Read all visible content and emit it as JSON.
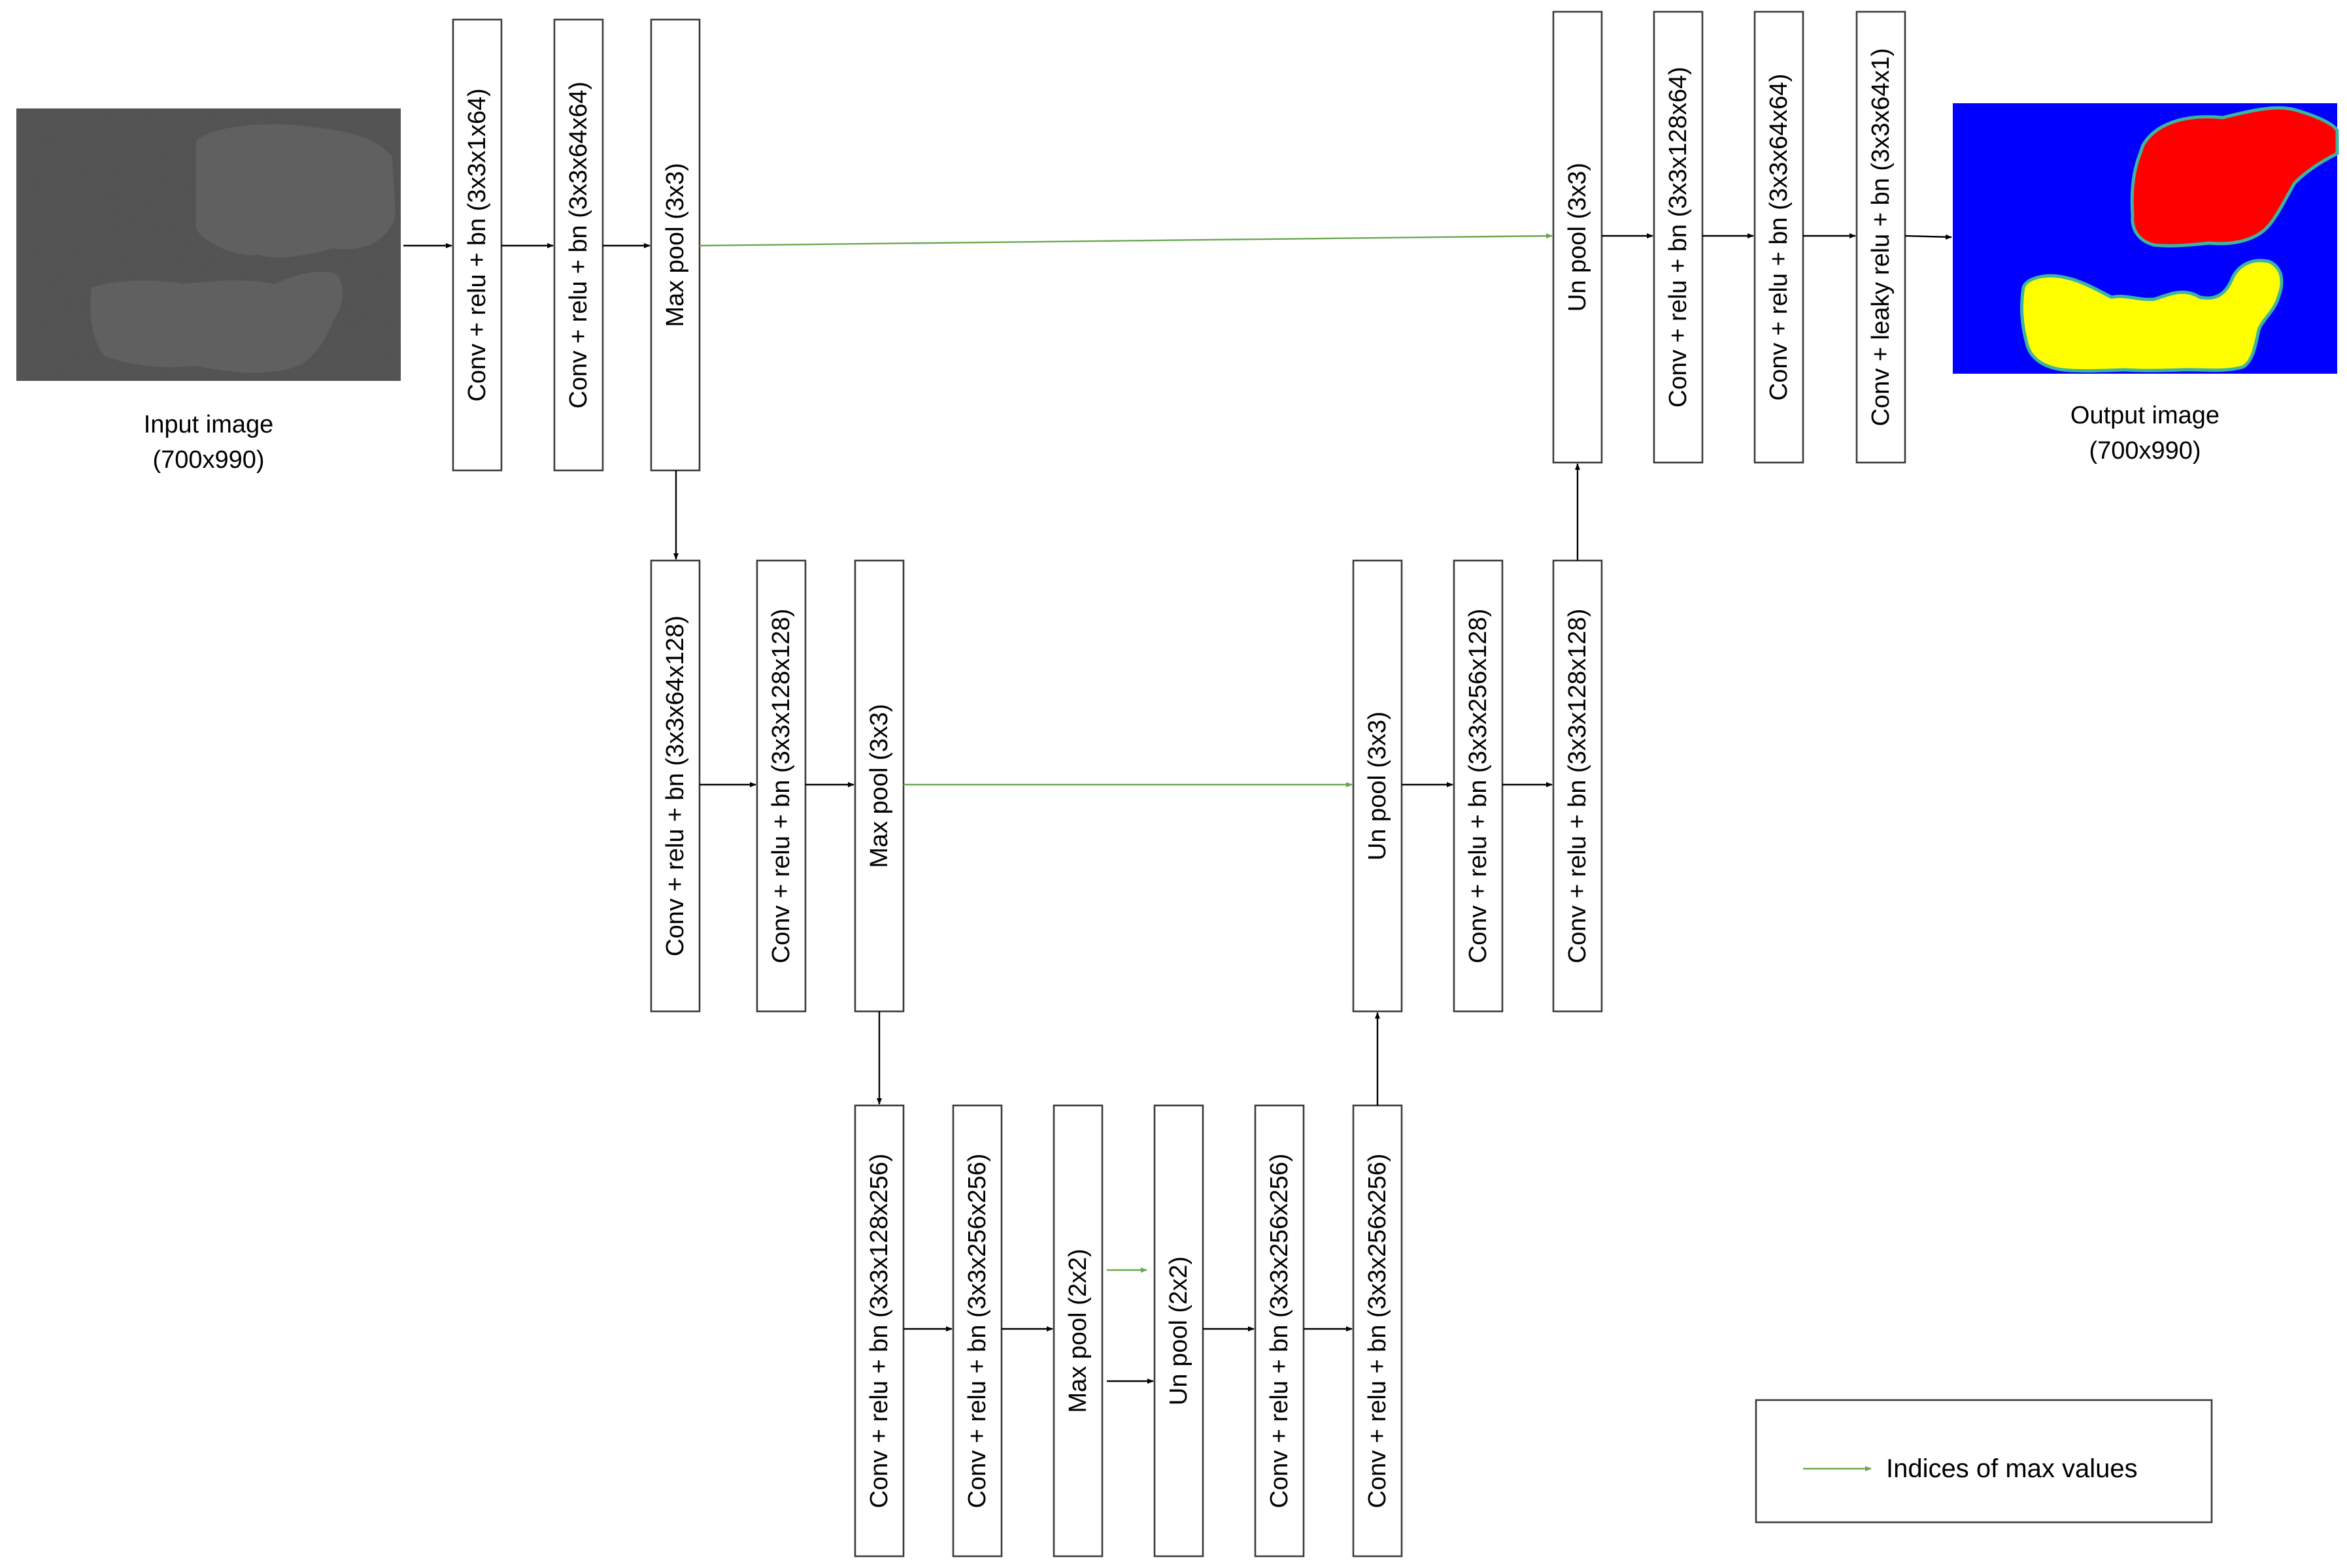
{
  "input": {
    "label": "Input image",
    "size": "(700x990)"
  },
  "output": {
    "label": "Output image",
    "size": "(700x990)"
  },
  "encoder": {
    "level1": [
      "Conv + relu + bn (3x3x1x64)",
      "Conv + relu + bn (3x3x64x64)",
      "Max pool (3x3)"
    ],
    "level2": [
      "Conv + relu + bn (3x3x64x128)",
      "Conv + relu + bn (3x3x128x128)",
      "Max pool (3x3)"
    ],
    "level3": [
      "Conv + relu + bn (3x3x128x256)",
      "Conv + relu + bn (3x3x256x256)",
      "Max pool (2x2)"
    ]
  },
  "decoder": {
    "level3": [
      "Un pool (2x2)",
      "Conv + relu + bn (3x3x256x256)",
      "Conv + relu + bn (3x3x256x256)"
    ],
    "level2": [
      "Un pool (3x3)",
      "Conv + relu + bn (3x3x256x128)",
      "Conv + relu + bn (3x3x128x128)"
    ],
    "level1": [
      "Un pool (3x3)",
      "Conv + relu + bn (3x3x128x64)",
      "Conv + relu + bn (3x3x64x64)",
      "Conv + leaky relu + bn (3x3x64x1)"
    ]
  },
  "legend": {
    "label": "Indices of max values"
  },
  "colors": {
    "index_arrow": "#6aa84f",
    "output_background": "#0000ff",
    "output_class_a": "#ff0000",
    "output_class_b": "#ffff00",
    "output_edge": "#3cb4a0",
    "input_base": "#505050",
    "input_object": "#5f5f5f"
  }
}
